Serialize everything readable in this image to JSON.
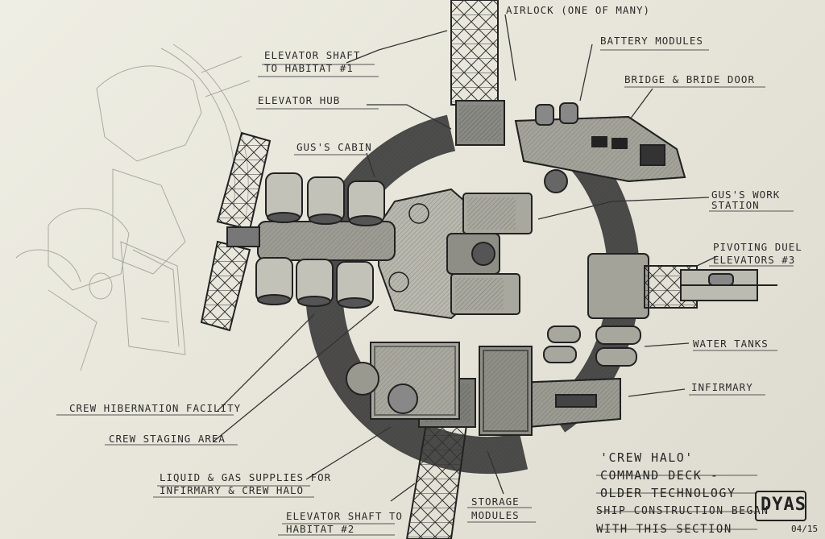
{
  "labels": {
    "airlock": "AIRLOCK (ONE OF MANY)",
    "battery": "BATTERY MODULES",
    "shaft1_l1": "ELEVATOR SHAFT",
    "shaft1_l2": "TO HABITAT #1",
    "bridge": "BRIDGE & BRIDE DOOR",
    "hub": "ELEVATOR HUB",
    "gus_cabin": "GUS'S CABIN",
    "gus_work_l1": "GUS'S WORK",
    "gus_work_l2": "STATION",
    "pivot_l1": "PIVOTING DUEL",
    "pivot_l2": "ELEVATORS #3",
    "water": "WATER TANKS",
    "infirmary": "INFIRMARY",
    "hibernation": "CREW HIBERNATION FACILITY",
    "staging": "CREW STAGING AREA",
    "liquid_l1": "LIQUID & GAS SUPPLIES FOR",
    "liquid_l2": "INFIRMARY & CREW HALO",
    "shaft2_l1": "ELEVATOR SHAFT TO",
    "shaft2_l2": "HABITAT #2",
    "storage_l1": "STORAGE",
    "storage_l2": "MODULES"
  },
  "notes": {
    "line1": "'CREW HALO'",
    "line2": "COMMAND DECK -",
    "line3": "OLDER TECHNOLOGY",
    "line4": "SHIP CONSTRUCTION BEGAN",
    "line5": "WITH THIS SECTION"
  },
  "signature": {
    "initials": "DYAS",
    "date": "04/15"
  },
  "colors": {
    "paper": "#e9e7dc",
    "pencil": "#2b2b2b"
  }
}
